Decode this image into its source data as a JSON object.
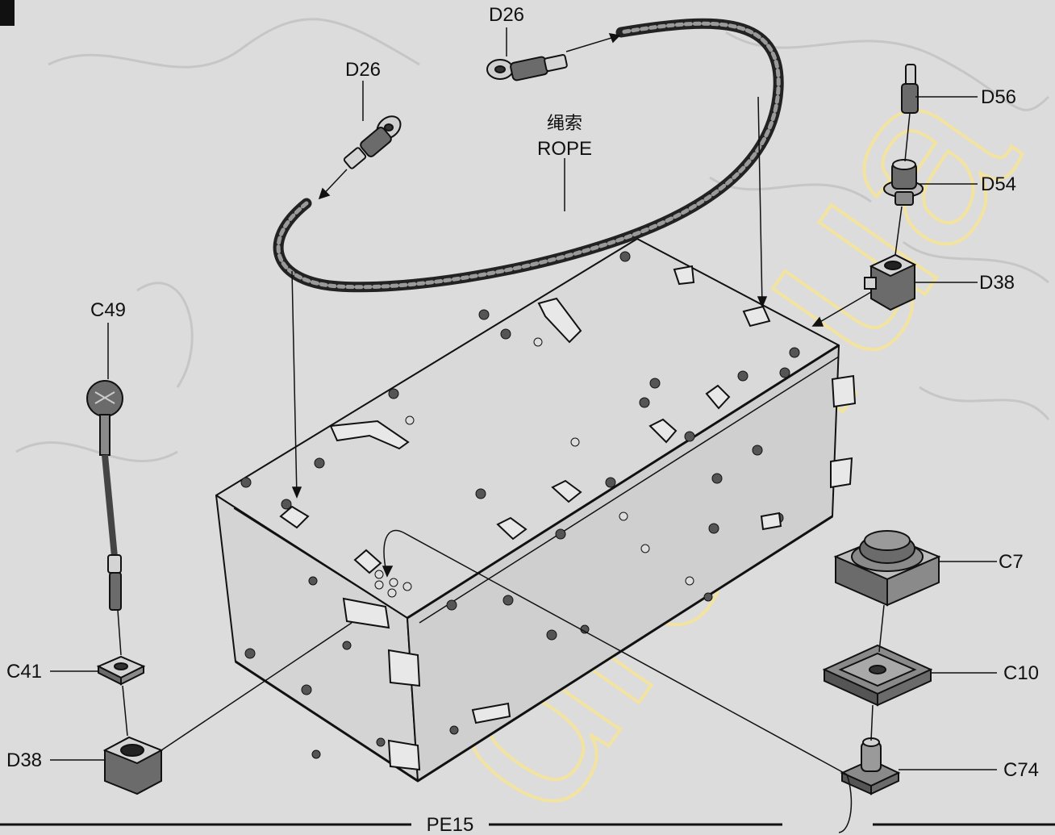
{
  "figure": {
    "section_label": "PE15",
    "rope_label_cn": "绳索",
    "rope_label_en": "ROPE",
    "watermark": "drdn.ua",
    "parts": {
      "d26_top": "D26",
      "d26_left": "D26",
      "d56": "D56",
      "d54": "D54",
      "d38_right": "D38",
      "c49": "C49",
      "c41": "C41",
      "d38_left": "D38",
      "c7": "C7",
      "c10": "C10",
      "c74": "C74"
    }
  },
  "colors": {
    "background": "#dcdcdc",
    "line": "#111111",
    "part_fill_light": "#d4d4d4",
    "part_fill_dark": "#6b6b6b",
    "watermark": "#f3e3a0"
  }
}
